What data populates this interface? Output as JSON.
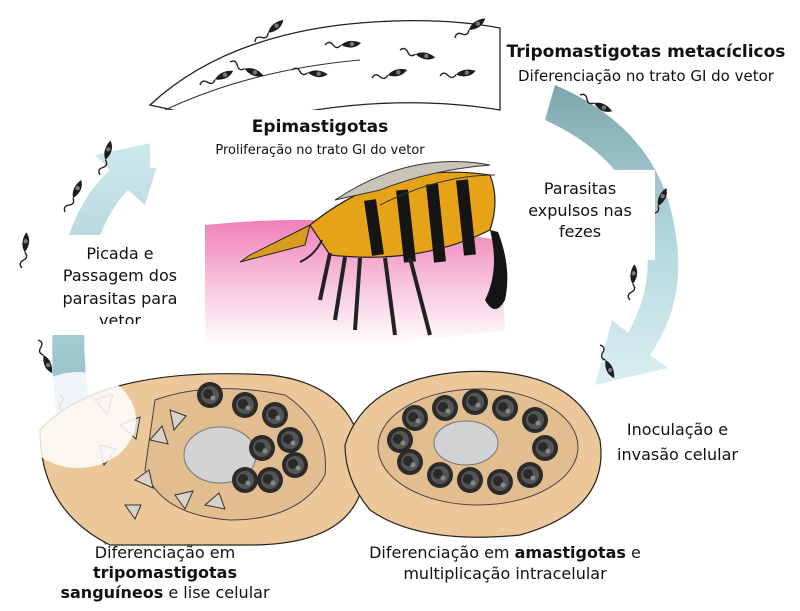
{
  "colors": {
    "arrow": "#a9d2da",
    "arrow_dark": "#7eaab3",
    "cell_fill": "#ecc79a",
    "cell_inner": "#e1bd90",
    "nucleus": "#d0d2d4",
    "amastigote": "#2a2a2a",
    "bug_band": "#e6a317",
    "bug_black": "#151515",
    "bug_body": "#c9c4b6",
    "background_pink": "#f4b6d4"
  },
  "icons": {
    "parasite": "trypomastigote-icon",
    "bug": "triatomine-bug-icon",
    "cell": "host-cell-icon"
  },
  "labels": {
    "tripo_title": "Tripomastigotas metacíclicos",
    "tripo_sub": "Diferenciação no trato GI do vetor",
    "epi_title": "Epimastigotas",
    "epi_sub": "Proliferação no trato GI do vetor",
    "expulsos_1": "Parasitas",
    "expulsos_2": "expulsos nas",
    "expulsos_3": "fezes",
    "picada_1": "Picada e",
    "picada_2": "Passagem dos",
    "picada_3": "parasitas para",
    "picada_4": "vetor",
    "inoc_1": "Inoculação e",
    "inoc_2": "invasão celular",
    "sangue_1": "Diferenciação em",
    "sangue_2": "tripomastigotas",
    "sangue_3": "sanguíneos",
    "sangue_4": "e lise celular",
    "amasti_1": "Diferenciação em",
    "amasti_2": "amastigotas",
    "amasti_3": "e",
    "amasti_4": "multiplicação intracelular"
  }
}
